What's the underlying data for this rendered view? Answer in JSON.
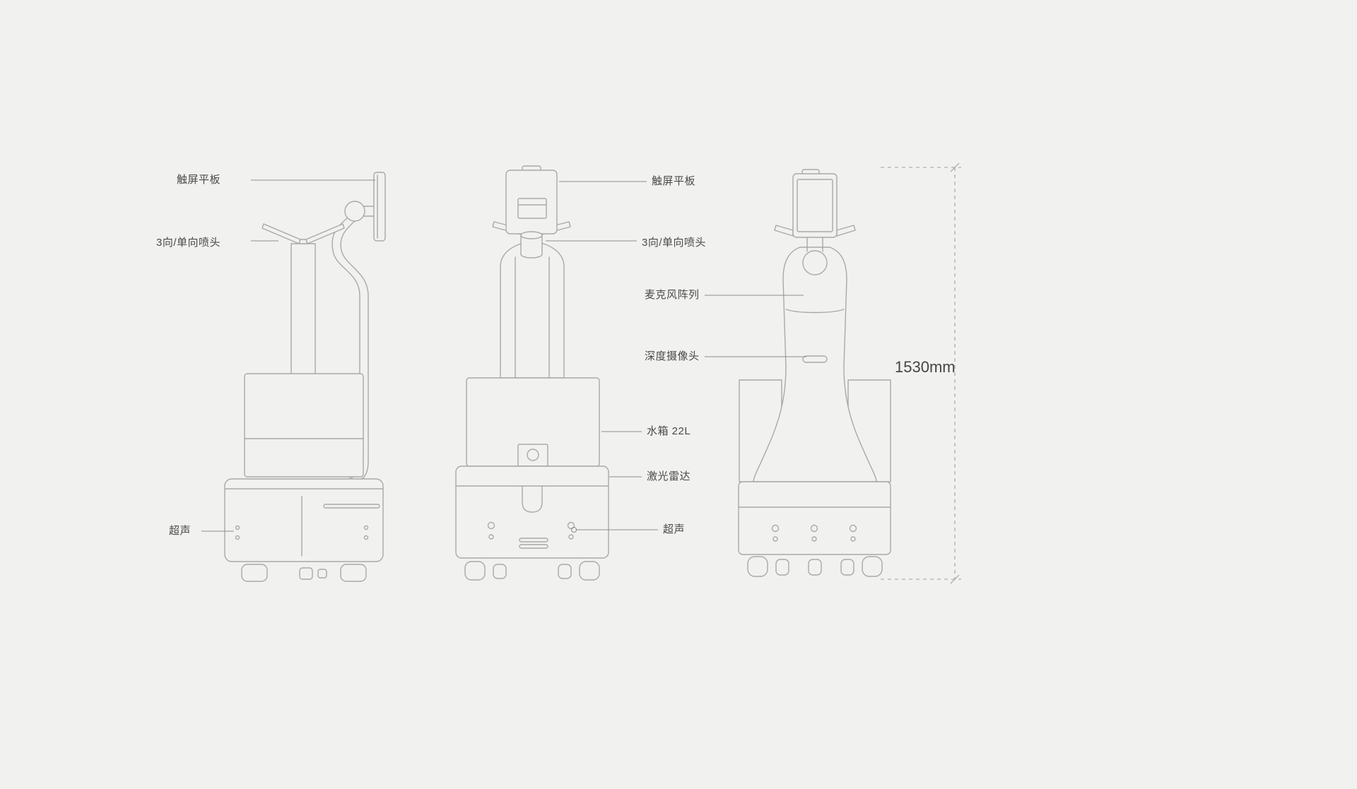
{
  "colors": {
    "background": "#f1f1ef",
    "drawing_line": "#a9a9a9",
    "leader_line": "#8f8f8f",
    "text": "#4a4a4a"
  },
  "labels": {
    "left_view": {
      "tablet": "触屏平板",
      "nozzle": "3向/单向喷头",
      "ultrasonic": "超声"
    },
    "center": {
      "tablet": "触屏平板",
      "nozzle": "3向/单向喷头",
      "microphone_array": "麦克风阵列",
      "depth_camera": "深度摄像头",
      "water_tank": "水箱 22L",
      "lidar": "激光雷达",
      "ultrasonic": "超声"
    }
  },
  "dimension": {
    "overall_height": "1530mm"
  }
}
